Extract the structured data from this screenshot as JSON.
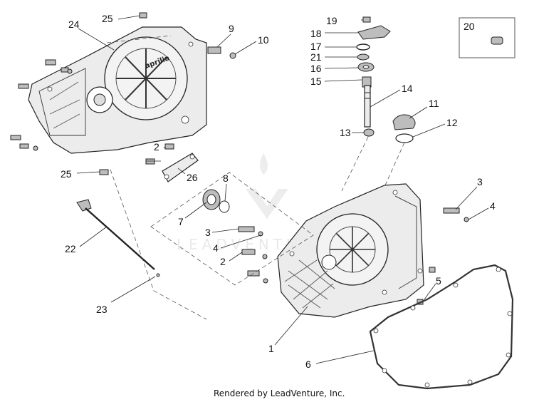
{
  "callouts": {
    "c1": "1",
    "c2a": "2",
    "c2b": "2",
    "c3a": "3",
    "c3b": "3",
    "c4a": "4",
    "c4b": "4",
    "c5": "5",
    "c6": "6",
    "c7": "7",
    "c8": "8",
    "c9": "9",
    "c10": "10",
    "c11": "11",
    "c12": "12",
    "c13": "13",
    "c14": "14",
    "c15": "15",
    "c16": "16",
    "c17": "17",
    "c18": "18",
    "c19": "19",
    "c20": "20",
    "c21": "21",
    "c22": "22",
    "c23": "23",
    "c24": "24",
    "c25a": "25",
    "c25b": "25",
    "c26": "26"
  },
  "watermark": "LEADVENTURE",
  "cover_brand": "aprilia",
  "footer": "Rendered by LeadVenture, Inc."
}
